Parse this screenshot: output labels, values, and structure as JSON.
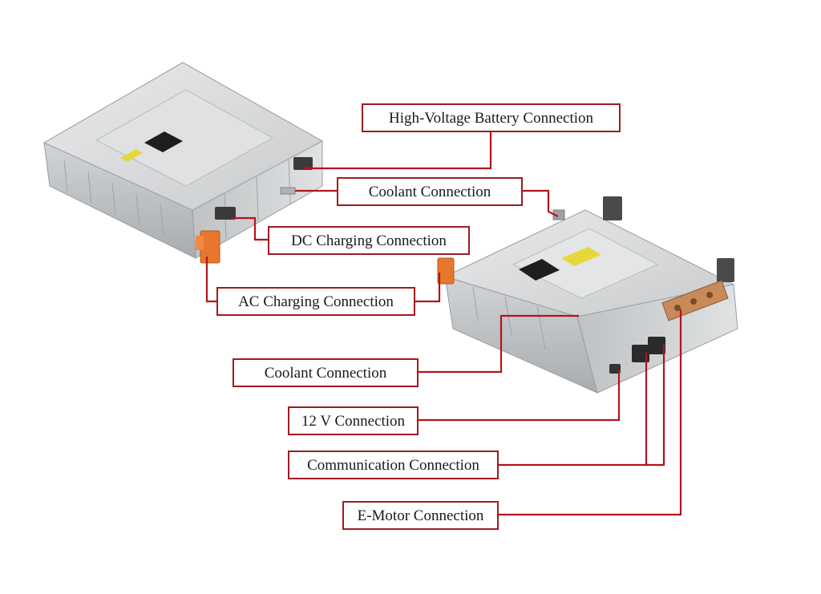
{
  "colors": {
    "leader": "#b3141c",
    "label_border": "#9e1b20",
    "housing": "#d9dbdc",
    "connector_orange": "#e8772e"
  },
  "units": {
    "upper": {
      "name": "upper-power-electronics-unit"
    },
    "lower": {
      "name": "lower-power-electronics-unit"
    }
  },
  "labels": {
    "hv_battery": "High-Voltage Battery Connection",
    "coolant_upper": "Coolant Connection",
    "dc_charging": "DC Charging Connection",
    "ac_charging": "AC Charging Connection",
    "coolant_lower": "Coolant Connection",
    "v12": "12 V Connection",
    "communication": "Communication Connection",
    "emotor": "E-Motor Connection"
  }
}
